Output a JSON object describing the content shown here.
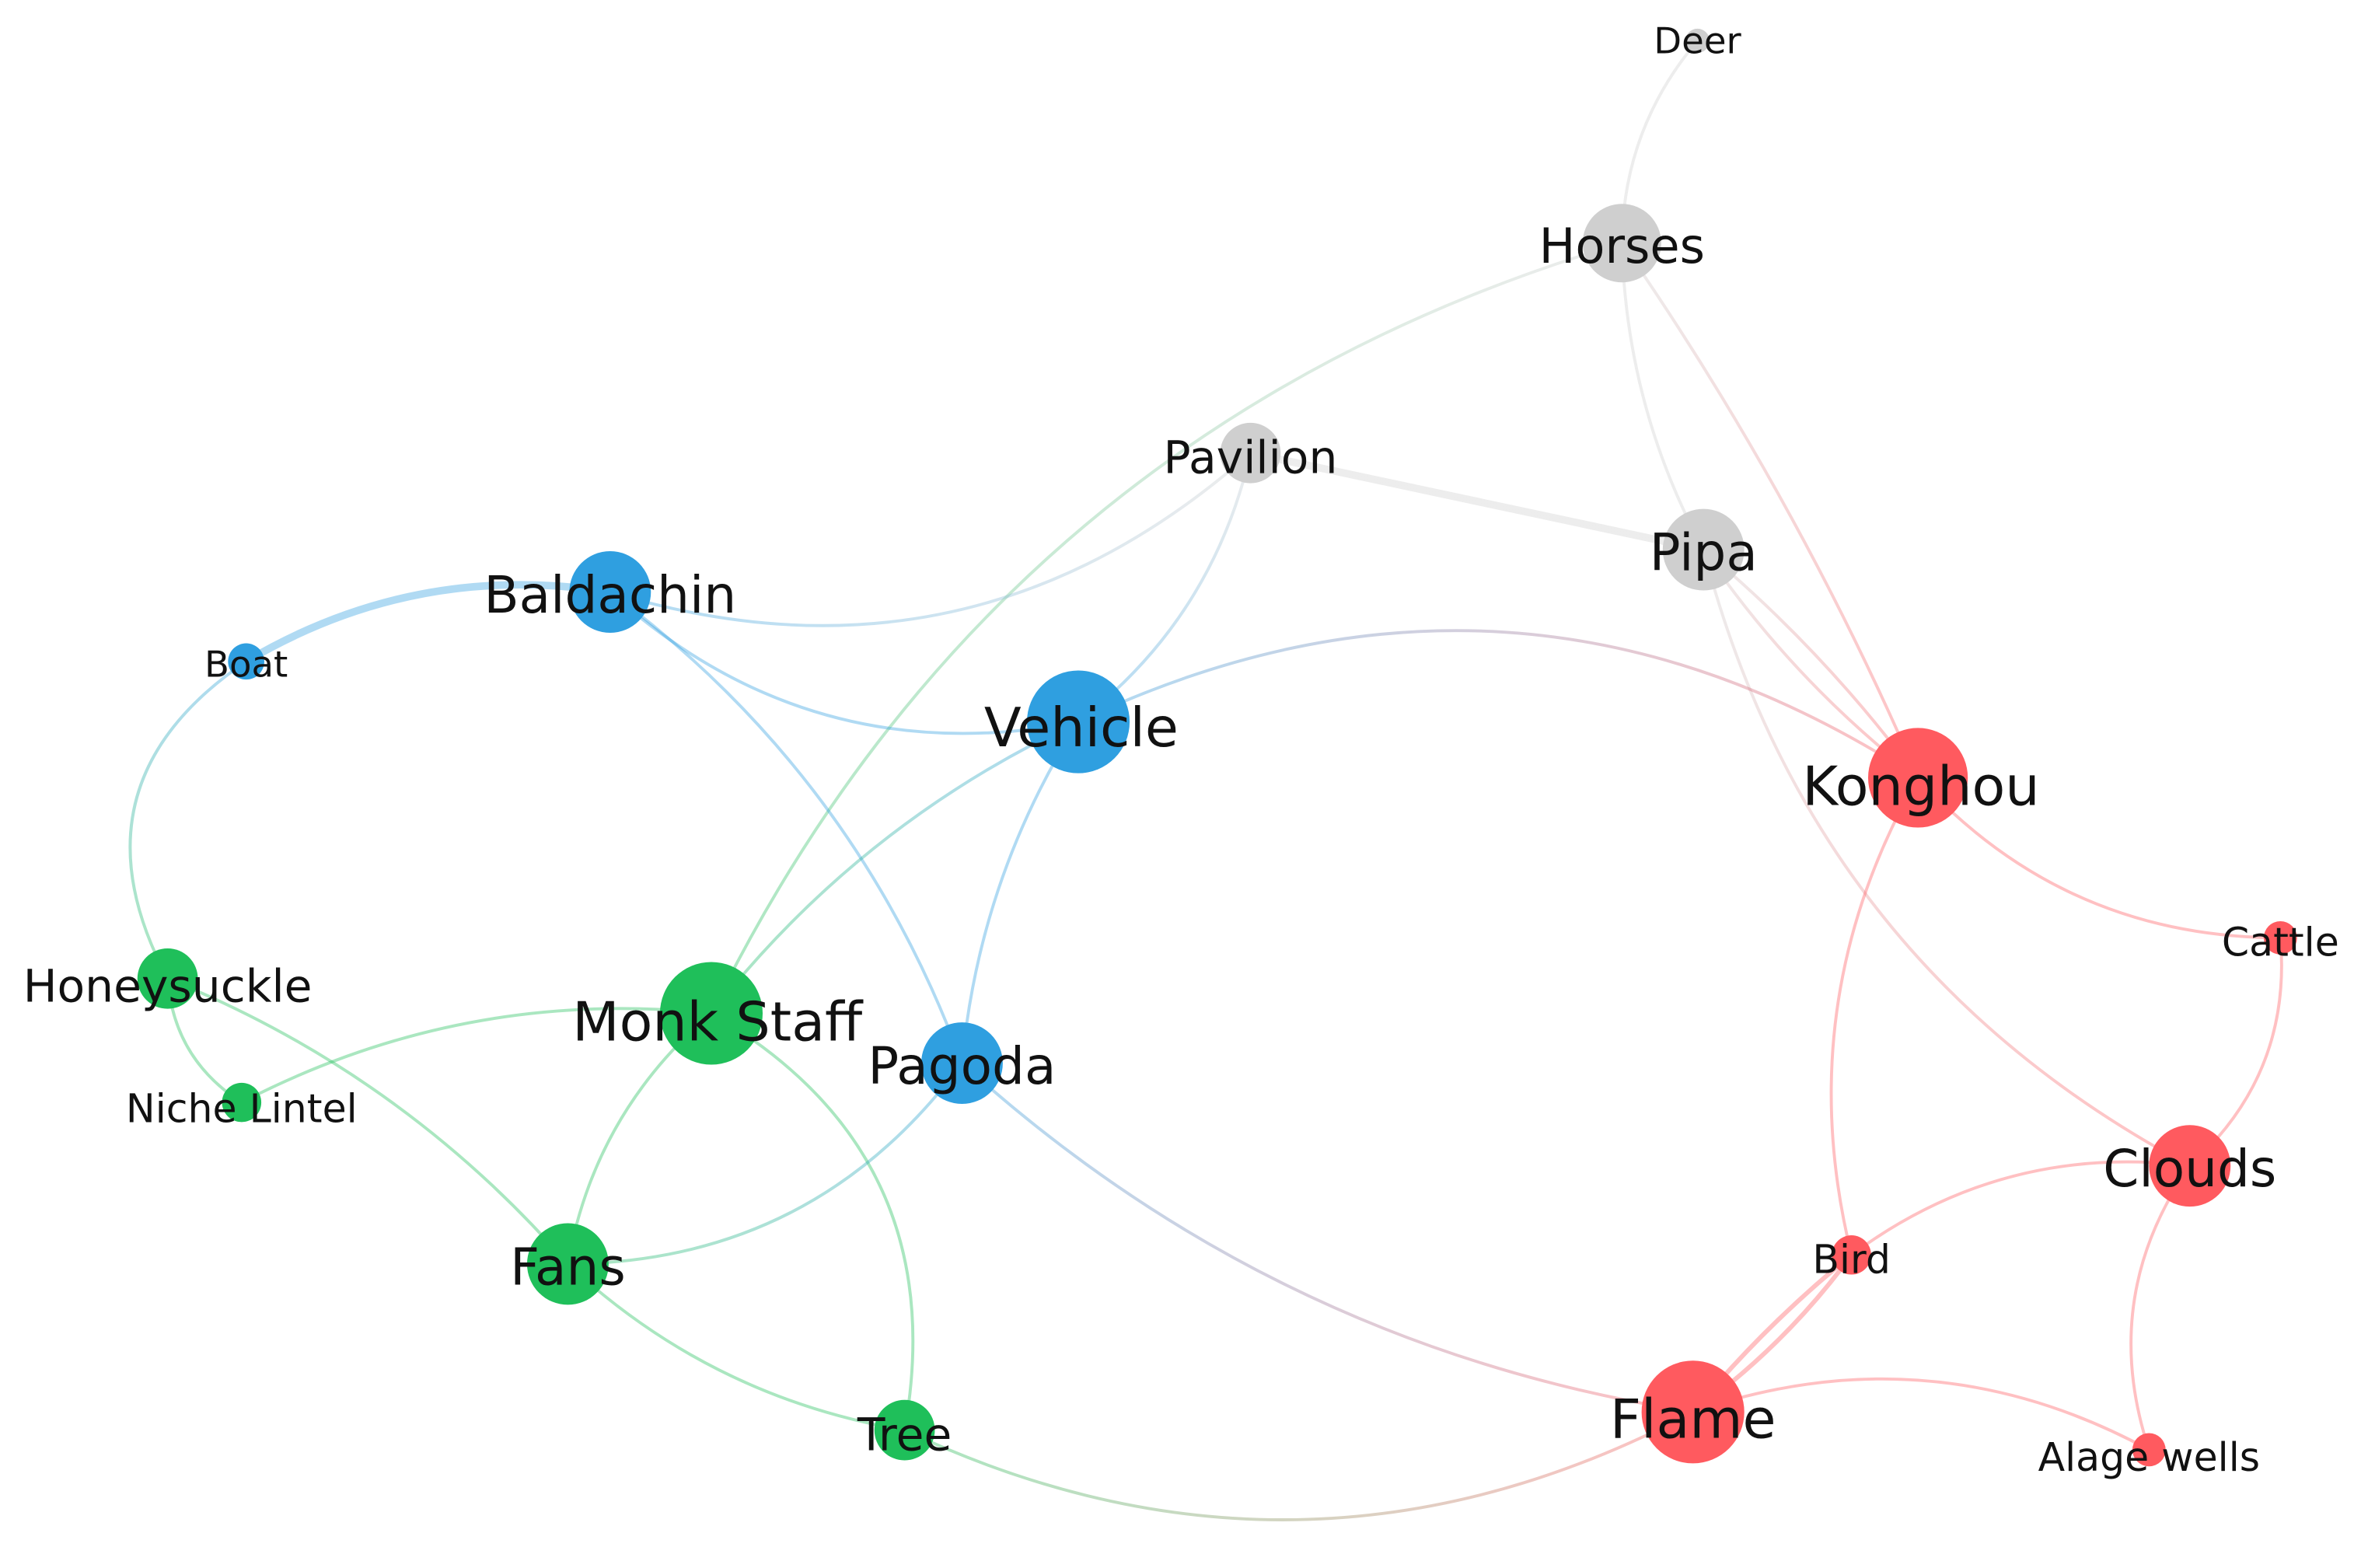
{
  "groups": {
    "blue": {
      "color": "#2f9fe0"
    },
    "green": {
      "color": "#1fbf5a"
    },
    "red": {
      "color": "#ff5a5f"
    },
    "gray": {
      "color": "#cfcfcf"
    }
  },
  "nodes": [
    {
      "id": "deer",
      "label": "Deer",
      "group": "gray"
    },
    {
      "id": "horses",
      "label": "Horses",
      "group": "gray"
    },
    {
      "id": "pavilion",
      "label": "Pavilion",
      "group": "gray"
    },
    {
      "id": "pipa",
      "label": "Pipa",
      "group": "gray"
    },
    {
      "id": "baldachin",
      "label": "Baldachin",
      "group": "blue"
    },
    {
      "id": "boat",
      "label": "Boat",
      "group": "blue"
    },
    {
      "id": "vehicle",
      "label": "Vehicle",
      "group": "blue"
    },
    {
      "id": "pagoda",
      "label": "Pagoda",
      "group": "blue"
    },
    {
      "id": "konghou",
      "label": "Konghou",
      "group": "red"
    },
    {
      "id": "cattle",
      "label": "Cattle",
      "group": "red"
    },
    {
      "id": "clouds",
      "label": "Clouds",
      "group": "red"
    },
    {
      "id": "bird",
      "label": "Bird",
      "group": "red"
    },
    {
      "id": "flame",
      "label": "Flame",
      "group": "red"
    },
    {
      "id": "alagewells",
      "label": "Alage wells",
      "group": "red"
    },
    {
      "id": "honeysuckle",
      "label": "Honeysuckle",
      "group": "green"
    },
    {
      "id": "nichelintel",
      "label": "Niche Lintel",
      "group": "green"
    },
    {
      "id": "monkstaff",
      "label": "Monk Staff",
      "group": "green"
    },
    {
      "id": "fans",
      "label": "Fans",
      "group": "green"
    },
    {
      "id": "tree",
      "label": "Tree",
      "group": "green"
    }
  ],
  "edges": [
    {
      "source": "deer",
      "target": "horses"
    },
    {
      "source": "horses",
      "target": "pipa"
    },
    {
      "source": "horses",
      "target": "konghou"
    },
    {
      "source": "horses",
      "target": "monkstaff"
    },
    {
      "source": "pavilion",
      "target": "pipa"
    },
    {
      "source": "pavilion",
      "target": "baldachin"
    },
    {
      "source": "pavilion",
      "target": "vehicle"
    },
    {
      "source": "pipa",
      "target": "konghou"
    },
    {
      "source": "pipa",
      "target": "konghou"
    },
    {
      "source": "pipa",
      "target": "clouds"
    },
    {
      "source": "baldachin",
      "target": "boat"
    },
    {
      "source": "baldachin",
      "target": "vehicle"
    },
    {
      "source": "baldachin",
      "target": "pagoda"
    },
    {
      "source": "vehicle",
      "target": "konghou"
    },
    {
      "source": "vehicle",
      "target": "monkstaff"
    },
    {
      "source": "vehicle",
      "target": "pagoda"
    },
    {
      "source": "boat",
      "target": "honeysuckle"
    },
    {
      "source": "honeysuckle",
      "target": "nichelintel"
    },
    {
      "source": "honeysuckle",
      "target": "fans"
    },
    {
      "source": "nichelintel",
      "target": "monkstaff"
    },
    {
      "source": "monkstaff",
      "target": "fans"
    },
    {
      "source": "monkstaff",
      "target": "tree"
    },
    {
      "source": "fans",
      "target": "pagoda"
    },
    {
      "source": "fans",
      "target": "tree"
    },
    {
      "source": "pagoda",
      "target": "flame"
    },
    {
      "source": "tree",
      "target": "flame"
    },
    {
      "source": "konghou",
      "target": "cattle"
    },
    {
      "source": "konghou",
      "target": "bird"
    },
    {
      "source": "cattle",
      "target": "clouds"
    },
    {
      "source": "clouds",
      "target": "bird"
    },
    {
      "source": "clouds",
      "target": "alagewells"
    },
    {
      "source": "bird",
      "target": "flame"
    },
    {
      "source": "bird",
      "target": "flame"
    },
    {
      "source": "flame",
      "target": "alagewells"
    }
  ]
}
